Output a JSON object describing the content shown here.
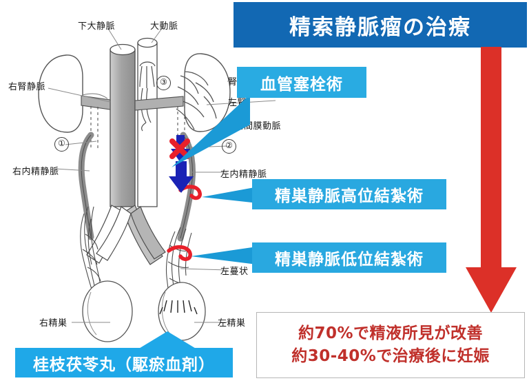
{
  "title": {
    "text": "精索静脈瘤の治療"
  },
  "colors": {
    "title_banner_blue": "#1268b3",
    "callout_blue": "#29abe2",
    "kampo_blue": "#1fa8e8",
    "arrow_red": "#dc3028",
    "outcome_text_red": "#c0302b",
    "vessel_gray": "#a6a6a6",
    "marker_red": "#e8202a",
    "marker_blue": "#1a23b5"
  },
  "callouts": {
    "embolization": "血管塞栓術",
    "high_ligation": "精巣静脈高位結紮術",
    "low_ligation": "精巣静脈低位結紮術",
    "kampo": "桂枝茯苓丸（駆瘀血剤）"
  },
  "outcome": {
    "line1": "約70%で精液所見が改善",
    "line2": "約30-40%で治療後に妊娠"
  },
  "anatomy_labels": [
    {
      "id": "ivc",
      "text": "下大静脈"
    },
    {
      "id": "aorta",
      "text": "大動脈"
    },
    {
      "id": "right-renal-vein",
      "text": "右腎静脈"
    },
    {
      "id": "left-kidney",
      "text": "腎"
    },
    {
      "id": "left-renal-vein",
      "text": "左腎"
    },
    {
      "id": "sma",
      "text": "上腸間膜動脈"
    },
    {
      "id": "right-spermatic-vein",
      "text": "右内精静脈"
    },
    {
      "id": "left-spermatic-vein",
      "text": "左内精静脈"
    },
    {
      "id": "left-pampiniform",
      "text": "左蔓状"
    },
    {
      "id": "right-testis",
      "text": "右精巣"
    },
    {
      "id": "left-testis",
      "text": "左精巣"
    }
  ],
  "markers": {
    "one": "①",
    "two": "②",
    "three": "③"
  }
}
